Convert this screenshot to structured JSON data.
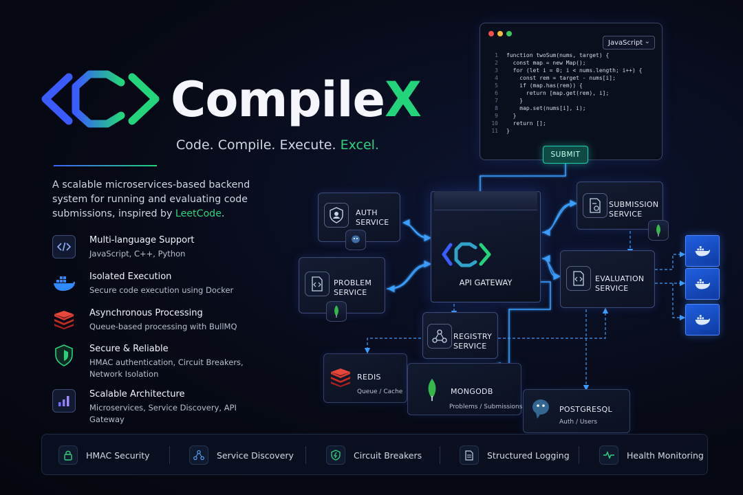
{
  "brand": {
    "name_main": "Compile",
    "name_accent": "X",
    "tagline_main": "Code. Compile. Execute.",
    "tagline_accent": "Excel.",
    "description_main": "A scalable microservices-based backend system for running and evaluating code submissions, inspired by",
    "description_accent": "LeetCode",
    "description_end": "."
  },
  "features": [
    {
      "title": "Multi-language Support",
      "desc": "JavaScript, C++, Python",
      "icon": "code-icon"
    },
    {
      "title": "Isolated Execution",
      "desc": "Secure code execution using Docker",
      "icon": "docker-icon"
    },
    {
      "title": "Asynchronous Processing",
      "desc": "Queue-based processing with BullMQ",
      "icon": "redis-icon"
    },
    {
      "title": "Secure & Reliable",
      "desc": "HMAC authentication, Circuit Breakers, Network Isolation",
      "icon": "shield-icon"
    },
    {
      "title": "Scalable Architecture",
      "desc": "Microservices, Service Discovery, API Gateway",
      "icon": "bar-chart-icon"
    }
  ],
  "editor": {
    "language": "JavaScript",
    "lines": [
      {
        "n": "1",
        "code": "function twoSum(nums, target) {"
      },
      {
        "n": "2",
        "code": "  const map = new Map();"
      },
      {
        "n": "3",
        "code": "  for (let i = 0; i < nums.length; i++) {"
      },
      {
        "n": "4",
        "code": "    const rem = target - nums[i];"
      },
      {
        "n": "5",
        "code": "    if (map.has(rem)) {"
      },
      {
        "n": "6",
        "code": "      return [map.get(rem), i];"
      },
      {
        "n": "7",
        "code": "    }"
      },
      {
        "n": "8",
        "code": "    map.set(nums[i], i);"
      },
      {
        "n": "9",
        "code": "  }"
      },
      {
        "n": "10",
        "code": "  return [];"
      },
      {
        "n": "11",
        "code": "}"
      }
    ],
    "submit_label": "SUBMIT"
  },
  "diagram": {
    "auth": {
      "line1": "AUTH",
      "line2": "SERVICE"
    },
    "problem": {
      "line1": "PROBLEM",
      "line2": "SERVICE"
    },
    "gateway": {
      "label": "API GATEWAY"
    },
    "submission": {
      "line1": "SUBMISSION",
      "line2": "SERVICE"
    },
    "evaluation": {
      "line1": "EVALUATION",
      "line2": "SERVICE"
    },
    "registry": {
      "line1": "REGISTRY",
      "line2": "SERVICE"
    },
    "redis": {
      "name": "REDIS",
      "sub": "Queue / Cache"
    },
    "mongodb": {
      "name": "MONGODB",
      "sub": "Problems / Submissions"
    },
    "postgres": {
      "name": "POSTGRESQL",
      "sub": "Auth / Users"
    }
  },
  "bottom_bar": [
    {
      "label": "HMAC Security",
      "icon": "lock-icon"
    },
    {
      "label": "Service Discovery",
      "icon": "network-icon"
    },
    {
      "label": "Circuit Breakers",
      "icon": "bolt-shield-icon"
    },
    {
      "label": "Structured Logging",
      "icon": "document-icon"
    },
    {
      "label": "Health Monitoring",
      "icon": "pulse-icon"
    }
  ],
  "colors": {
    "accent_green": "#22d47a",
    "accent_blue": "#3f62ff",
    "connector": "#3aa0ff",
    "submit": "#1ed1b1"
  }
}
